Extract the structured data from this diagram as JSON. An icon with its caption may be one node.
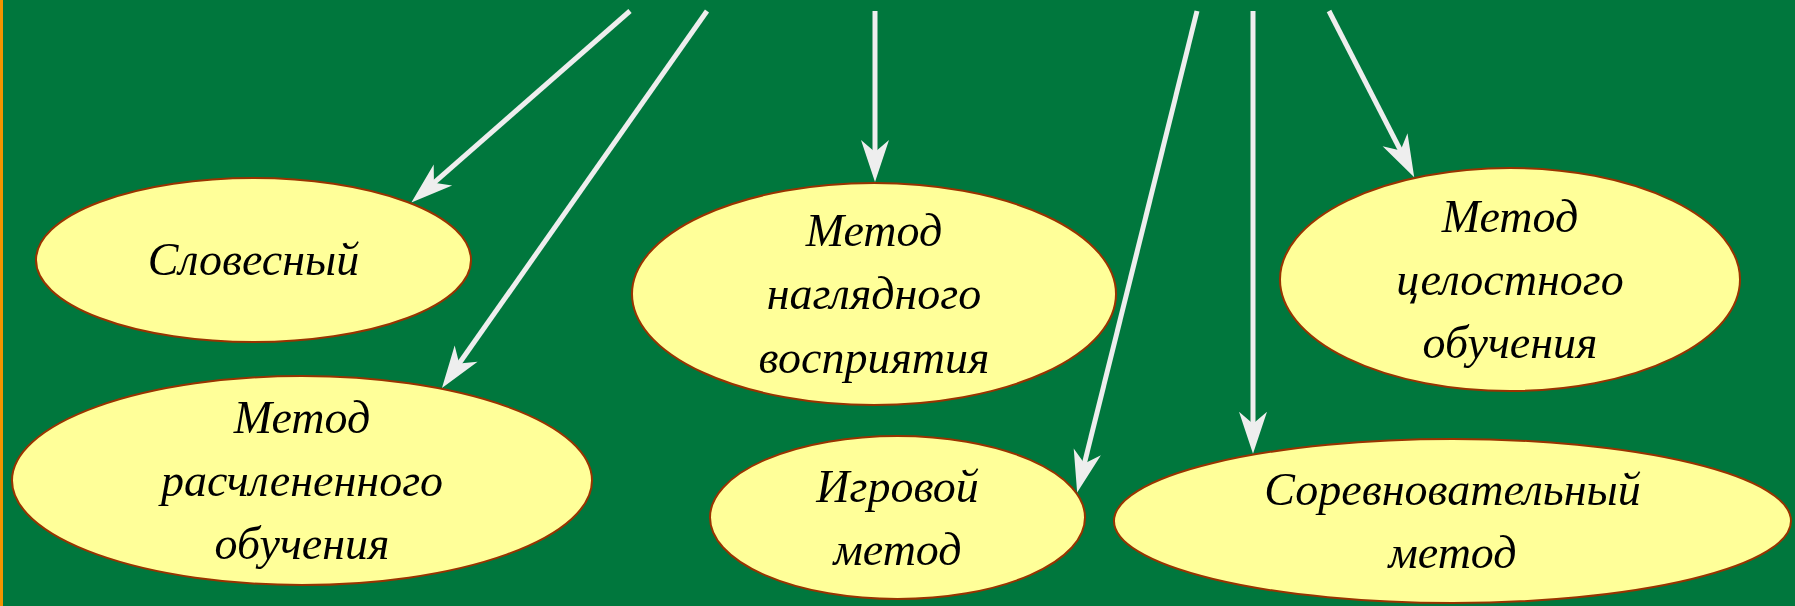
{
  "diagram": {
    "nodes": [
      {
        "text": [
          "Словесный"
        ]
      },
      {
        "text": [
          "Метод наглядного восприятия"
        ]
      },
      {
        "text": [
          "Метод целостного обучения"
        ]
      },
      {
        "text": [
          "Метод расчлененного обучения"
        ]
      },
      {
        "text": [
          "Игровой метод"
        ]
      },
      {
        "text": [
          "Соревновательный метод"
        ]
      }
    ],
    "edges": [
      {
        "from": null,
        "to": 0,
        "arrow": "to"
      },
      {
        "from": null,
        "to": 3,
        "arrow": "to"
      },
      {
        "from": null,
        "to": 1,
        "arrow": "to"
      },
      {
        "from": null,
        "to": 4,
        "arrow": "to"
      },
      {
        "from": null,
        "to": 5,
        "arrow": "to"
      },
      {
        "from": null,
        "to": 2,
        "arrow": "to"
      }
    ]
  }
}
